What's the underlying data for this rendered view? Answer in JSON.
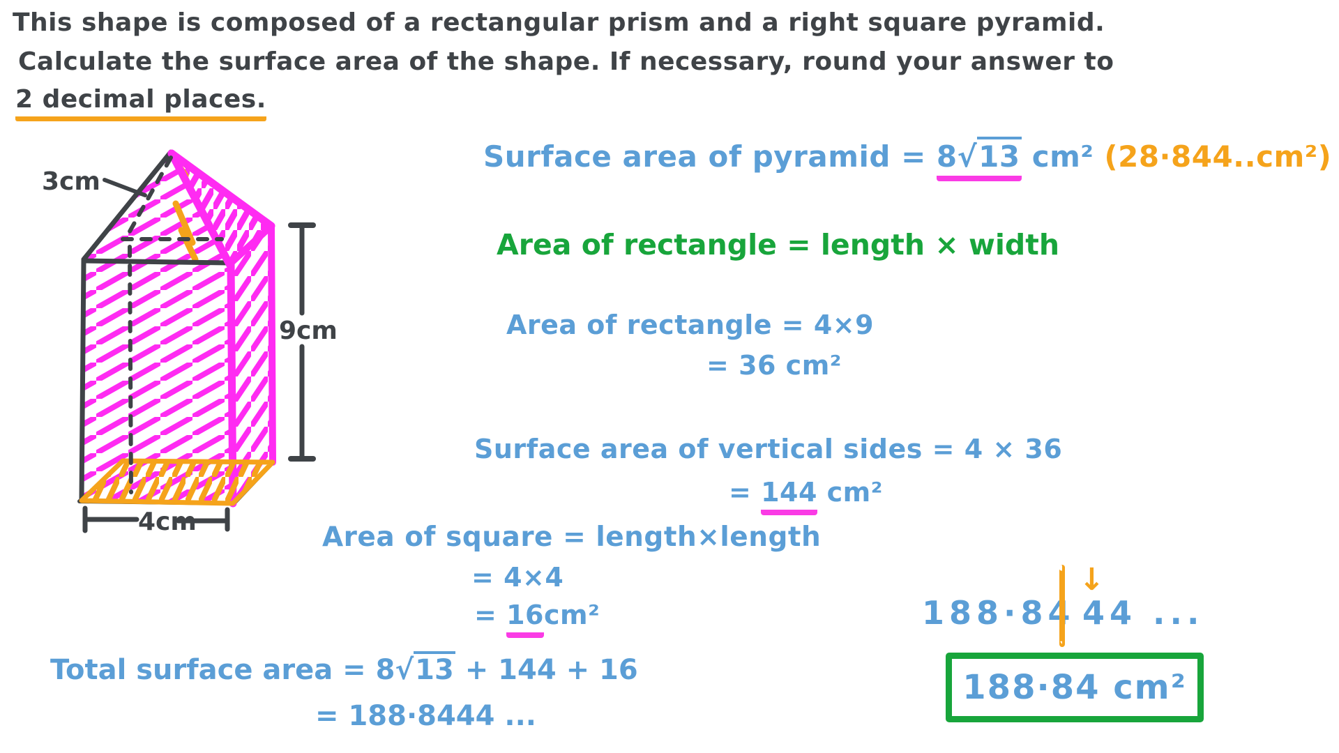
{
  "colors": {
    "ink": "#3F4347",
    "blue": "#5B9ED6",
    "green": "#18A53B",
    "orange": "#F5A31B",
    "magenta": "#FF2BF2",
    "underline_magenta": "#FA3BE5"
  },
  "problem": {
    "line1": "This shape is composed of a rectangular prism and a right square pyramid.",
    "line2": "Calculate the surface area of the shape. If necessary, round your answer to",
    "line3": "2 decimal places."
  },
  "diagram": {
    "edge_label": "3cm",
    "height_label": "9cm",
    "width_label": "4cm"
  },
  "solution": {
    "pyramid": {
      "lhs": "Surface area of pyramid = ",
      "coef": "8",
      "radical": "√",
      "radicand": "13",
      "unit": " cm²",
      "approx": "(28·844..cm²)"
    },
    "rect_formula": "Area of rectangle = length × width",
    "rect_calc": "Area of rectangle = 4×9",
    "rect_result": "= 36 cm²",
    "vertical_calc": "Surface area of vertical sides = 4 × 36",
    "vertical_eq": "= ",
    "vertical_value": "144",
    "vertical_unit": " cm²",
    "square_formula": "Area of square = length×length",
    "square_calc": "= 4×4",
    "square_eq": "= ",
    "square_value": "16",
    "square_unit": "cm²",
    "total_lhs": "Total surface area = ",
    "total_coef": "8",
    "total_radical": "√",
    "total_radicand": "13",
    "total_rest": " + 144 + 16",
    "total_result": "= 188·8444 ...",
    "rounding": {
      "left": "188·84",
      "right": "44 ...",
      "arrow": "↓"
    },
    "answer": "188·84 cm²"
  }
}
